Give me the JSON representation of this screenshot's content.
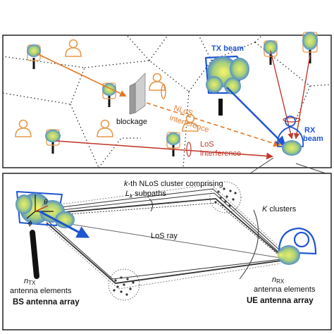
{
  "colors": {
    "beam_outer": "#3d7de0",
    "beam_inner": "#d9e66a",
    "trunk": "#111111",
    "outline": "#1f55d0",
    "orange": "#e07a2a",
    "red": "#c0392b",
    "user": "#e59a4a",
    "dark_blue": "#0b3ea8"
  },
  "top": {
    "tx_beam": "TX beam",
    "rx_beam_line1": "RX",
    "rx_beam_line2": "beam",
    "blockage": "blockage",
    "nlos_line1": "NLoS",
    "nlos_line2": "interference",
    "los_line1": "LoS",
    "los_line2": "interference"
  },
  "bottom": {
    "cluster_line1": "k-th NLoS cluster comprising",
    "cluster_line2": "L",
    "cluster_sub": "k",
    "cluster_line2_rest": " subpaths",
    "k_clusters": "K clusters",
    "los_ray": "LoS ray",
    "theta": "θ",
    "phi": "ϕ",
    "n_tx": "n",
    "n_tx_sub": "TX",
    "n_rx": "n",
    "n_rx_sub": "RX",
    "antenna_elements": "antenna elements",
    "bs_array": "BS antenna array",
    "ue_array": "UE antenna array"
  }
}
